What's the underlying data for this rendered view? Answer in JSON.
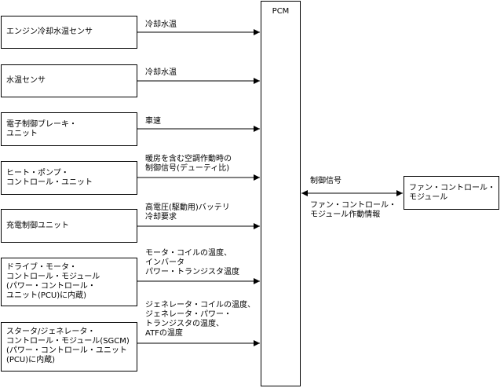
{
  "pcm": {
    "label": "PCM"
  },
  "inputs": [
    {
      "box": "エンジン冷却水温センサ",
      "signal": "冷却水温"
    },
    {
      "box": "水温センサ",
      "signal": "冷却水温"
    },
    {
      "box": "電子制御ブレーキ・\nユニット",
      "signal": "車速"
    },
    {
      "box": "ヒート・ポンプ・\nコントロール・ユニット",
      "signal": "暖房を含む空調作動時の\n制御信号(デューティ比)"
    },
    {
      "box": "充電制御ユニット",
      "signal": "高電圧(駆動用)バッテリ\n冷却要求"
    },
    {
      "box": "ドライブ・モータ・\nコントロール・モジュール\n(パワー・コントロール・\nユニット(PCU)に内蔵)",
      "signal": "モータ・コイルの温度、\nインバータ\nパワー・トランジスタ温度"
    },
    {
      "box": "スタータ/ジェネレータ・\nコントロール・モジュール(SGCM)\n(パワー・コントロール・ユニット\n(PCU)に内蔵)",
      "signal": "ジェネレータ・コイルの温度、\nジェネレータ・パワー・\nトランジスタの温度、\nATFの温度"
    }
  ],
  "output": {
    "box": "ファン・コントロール・\nモジュール",
    "signal_to": "制御信号",
    "signal_from": "ファン・コントロール・\nモジュール作動情報"
  }
}
